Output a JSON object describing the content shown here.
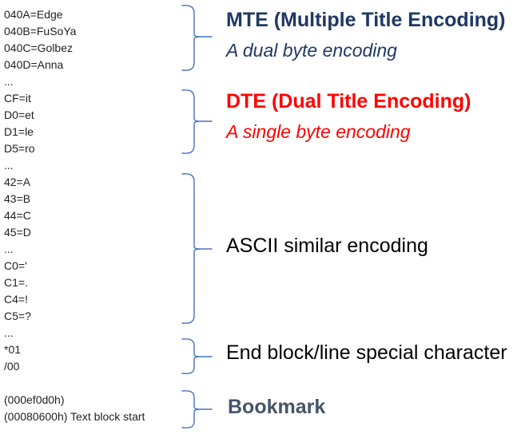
{
  "page": {
    "background_color": "#ffffff",
    "text_color": "#1f1f1f"
  },
  "encoding_table": {
    "lines": [
      "040A=Edge",
      "040B=FuSoYa",
      "040C=Golbez",
      "040D=Anna",
      "...",
      "CF=it",
      "D0=et",
      "D1=le",
      "D5=ro",
      "...",
      "42=A",
      "43=B",
      "44=C",
      "45=D",
      "...",
      "C0='",
      "C1=.",
      "C4=!",
      "C5=?",
      "...",
      "*01",
      "/00",
      "",
      "(000ef0d0h)",
      "(00080600h) Text block start"
    ]
  },
  "annotations": [
    {
      "id": "mte",
      "title": "MTE (Multiple Title Encoding)",
      "subtitle": "A dual byte encoding",
      "color": "#1F3864"
    },
    {
      "id": "dte",
      "title": "DTE (Dual Title Encoding)",
      "subtitle": "A single byte encoding",
      "color": "#FF0000"
    },
    {
      "id": "ascii",
      "title": "ASCII similar encoding",
      "color": "#000000"
    },
    {
      "id": "endblock",
      "title": "End block/line special character",
      "color": "#000000"
    },
    {
      "id": "bookmark",
      "title": "Bookmark",
      "color": "#44546A"
    }
  ],
  "braces": {
    "color": "#4472C4"
  }
}
